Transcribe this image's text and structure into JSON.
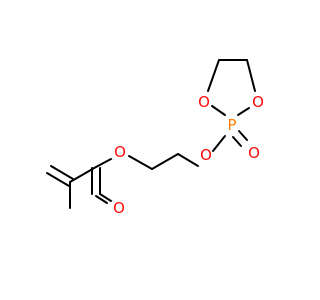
{
  "molecule": {
    "colors": {
      "bond": "#000000",
      "oxygen": "#ff0d0d",
      "phosphorus": "#ff8000",
      "background": "#ffffff"
    },
    "atoms": {
      "o_ester_single": "O",
      "o_carbonyl": "O",
      "o_ether_link": "O",
      "p_center": "P",
      "o_phosphoryl": "O",
      "o_ring_left": "O",
      "o_ring_right": "O"
    }
  }
}
